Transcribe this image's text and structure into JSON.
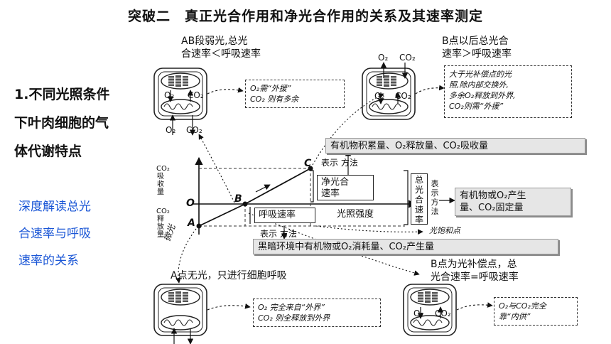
{
  "title": "突破二　真正光合作用和净光合作用的关系及其速率测定",
  "left_panel": {
    "heading_lines": [
      "1.不同光照条件",
      "下叶肉细胞的气",
      "体代谢特点"
    ],
    "sub_lines": [
      "深度解读总光",
      "合速率与呼吸",
      "速率的关系"
    ]
  },
  "cell_labels": {
    "o2": "O₂",
    "co2": "CO₂"
  },
  "top_left": {
    "caption_lines": [
      "AB段弱光,总光",
      "合速率＜呼吸速率"
    ],
    "note_lines": [
      "O₂需“外援”",
      "CO₂ 则有多余"
    ]
  },
  "top_right": {
    "caption_lines": [
      "B点以后总光合",
      "速率＞呼吸速率"
    ],
    "note_lines": [
      "大于光补偿点的光",
      "照,除内部交换外,",
      "多余O₂释放到外界,",
      "CO₂则需“外援”"
    ]
  },
  "bottom_left": {
    "caption": "A点无光，只进行细胞呼吸",
    "note_lines": [
      "O₂ 完全来自“外界”",
      "CO₂ 则全释放到外界"
    ]
  },
  "bottom_right": {
    "caption_lines": [
      "B点为光补偿点，总",
      "光合速率=呼吸速率"
    ],
    "note_lines": [
      "O₂与CO₂完全",
      "靠“内供”"
    ]
  },
  "graph": {
    "y_up_label": "CO₂吸收量",
    "y_down_label": "CO₂释放量",
    "origin": "O",
    "point_a": "A",
    "point_b": "B",
    "point_c": "C",
    "x_label": "光照强度",
    "weak_light": "微光",
    "saturation": "光饱和点",
    "net_rate_lines": [
      "净光合",
      "速率"
    ],
    "resp_rate": "呼吸速率",
    "total_rate_chars": [
      "总",
      "光",
      "合",
      "速",
      "率"
    ],
    "express_chars": [
      "表",
      "示",
      "方",
      "法"
    ],
    "express_method_1": "表示 方法",
    "express_method_2": "表示 方法",
    "net_expr": "有机物积累量、O₂释放量、CO₂吸收量",
    "total_expr_lines": [
      "有机物或O₂产生",
      "量、CO₂固定量"
    ],
    "resp_expr": "黑暗环境中有机物或O₂消耗量、CO₂产生量"
  }
}
